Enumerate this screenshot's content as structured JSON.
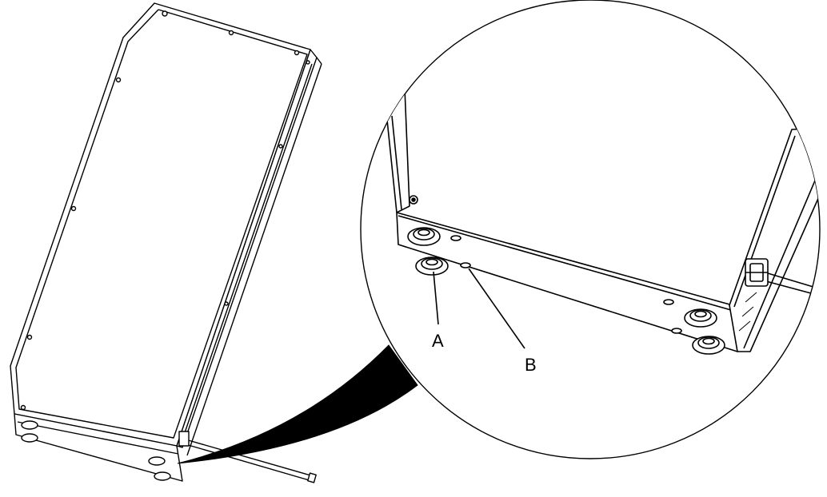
{
  "colors": {
    "line": "#000000",
    "fill": "#ffffff",
    "wedge": "#000000"
  },
  "callouts": {
    "a": {
      "label": "A",
      "target": "cable-gland"
    },
    "b": {
      "label": "B",
      "target": "small-hole"
    }
  }
}
